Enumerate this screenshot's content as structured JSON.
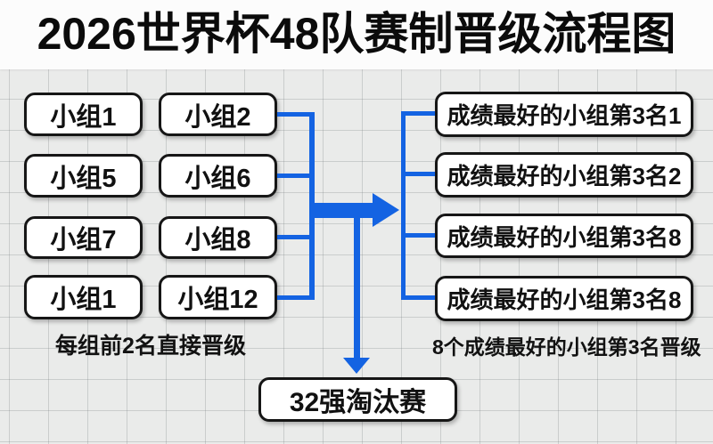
{
  "title": "2026世界杯48队赛制晋级流程图",
  "group_stage": {
    "boxes": [
      "小组1",
      "小组2",
      "小组5",
      "小组6",
      "小组7",
      "小组8",
      "小组1",
      "小组12"
    ],
    "caption": "每组前2名直接晋级"
  },
  "third_place": {
    "boxes": [
      "成绩最好的小组第3名1",
      "成绩最好的小组第3名2",
      "成绩最好的小组第3名8",
      "成绩最好的小组第3名8"
    ],
    "caption": "8个成绩最好的小组第3名晋级"
  },
  "knockout": {
    "label": "32强淘汰赛"
  },
  "colors": {
    "connector_blue": "#1463e2",
    "box_fill": "#ffffff",
    "box_border": "#161616",
    "background_gray": "#eaebea",
    "title_black": "#0b0b0b"
  }
}
